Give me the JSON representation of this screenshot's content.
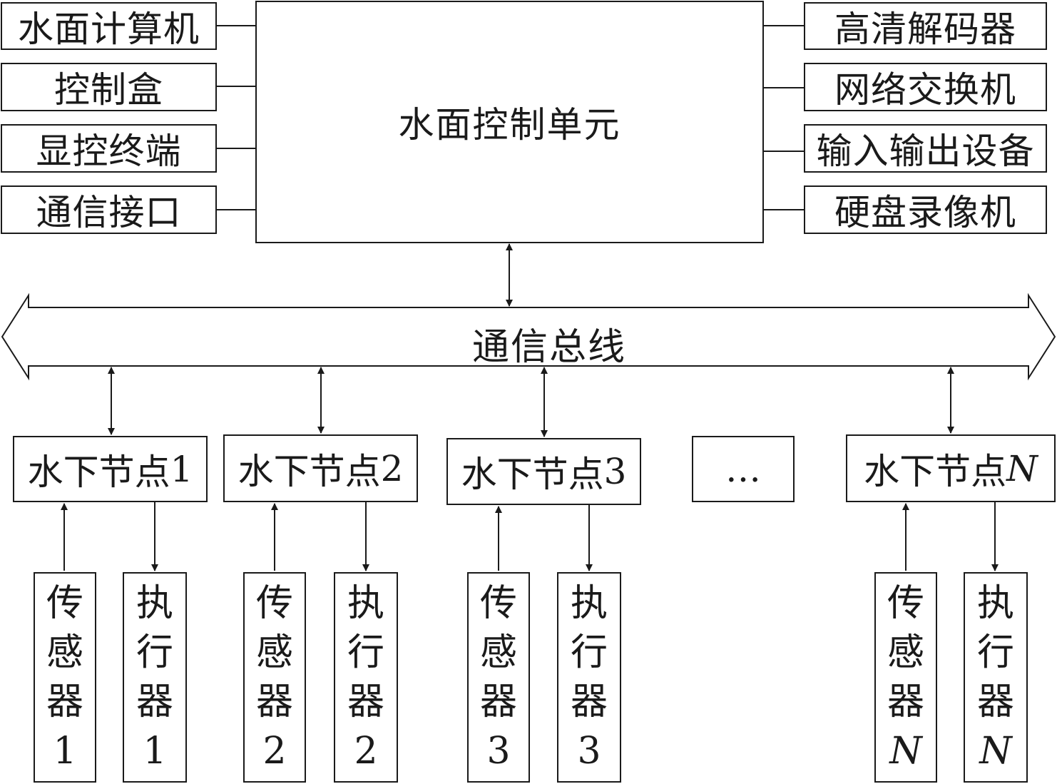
{
  "left_devices": [
    {
      "label": "水面计算机"
    },
    {
      "label": "控制盒"
    },
    {
      "label": "显控终端"
    },
    {
      "label": "通信接口"
    }
  ],
  "right_devices": [
    {
      "label": "高清解码器"
    },
    {
      "label": "网络交换机"
    },
    {
      "label": "输入输出设备"
    },
    {
      "label": "硬盘录像机"
    }
  ],
  "control_unit": {
    "label": "水面控制单元"
  },
  "bus": {
    "label": "通信总线"
  },
  "nodes": [
    {
      "label": "水下节点",
      "index": "1",
      "index_italic": false
    },
    {
      "label": "水下节点",
      "index": "2",
      "index_italic": false
    },
    {
      "label": "水下节点",
      "index": "3",
      "index_italic": false
    },
    {
      "label": "…"
    },
    {
      "label": "水下节点",
      "index": "N",
      "index_italic": true
    }
  ],
  "sensors": [
    {
      "chars": [
        "传",
        "感",
        "器"
      ],
      "index": "1"
    },
    {
      "chars": [
        "传",
        "感",
        "器"
      ],
      "index": "2"
    },
    {
      "chars": [
        "传",
        "感",
        "器"
      ],
      "index": "3"
    },
    {
      "chars": [
        "传",
        "感",
        "器"
      ],
      "index": "N"
    }
  ],
  "actuators": [
    {
      "chars": [
        "执",
        "行",
        "器"
      ],
      "index": "1"
    },
    {
      "chars": [
        "执",
        "行",
        "器"
      ],
      "index": "2"
    },
    {
      "chars": [
        "执",
        "行",
        "器"
      ],
      "index": "3"
    },
    {
      "chars": [
        "执",
        "行",
        "器"
      ],
      "index": "N"
    }
  ]
}
